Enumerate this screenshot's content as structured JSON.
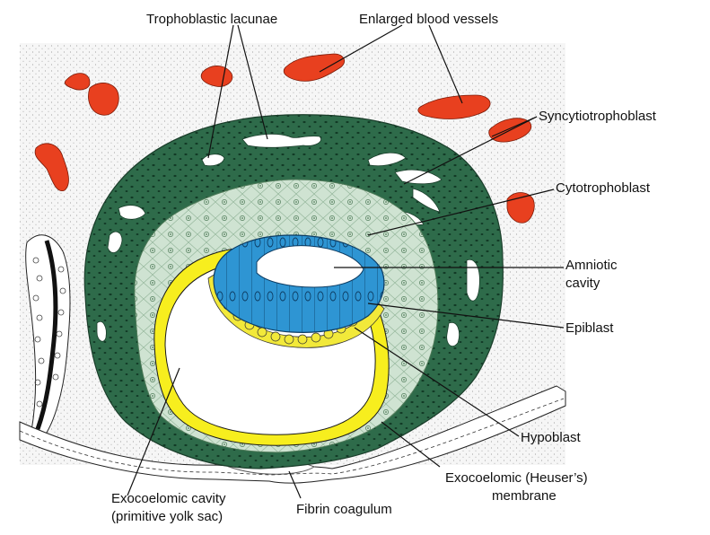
{
  "labels": {
    "trophoblastic_lacunae": "Trophoblastic lacunae",
    "enlarged_blood_vessels": "Enlarged blood vessels",
    "syncytiotrophoblast": "Syncytiotrophoblast",
    "cytotrophoblast": "Cytotrophoblast",
    "amniotic_cavity_line1": "Amniotic",
    "amniotic_cavity_line2": "cavity",
    "epiblast": "Epiblast",
    "hypoblast": "Hypoblast",
    "exocoelomic_membrane_line1": "Exocoelomic (Heuser’s)",
    "exocoelomic_membrane_line2": "membrane",
    "exocoelomic_cavity_line1": "Exocoelomic cavity",
    "exocoelomic_cavity_line2": "(primitive yolk sac)",
    "fibrin_coagulum": "Fibrin coagulum"
  },
  "colors": {
    "syncytiotrophoblast": "#2e6b4a",
    "cytotrophoblast": "#cfe3d2",
    "amniotic_epiblast": "#2e95d3",
    "hypoblast": "#f2e93a",
    "exocoelomic_membrane": "#f7ee1e",
    "blood_vessels": "#e8401f",
    "endometrium_stroma": "#eeeeee"
  }
}
